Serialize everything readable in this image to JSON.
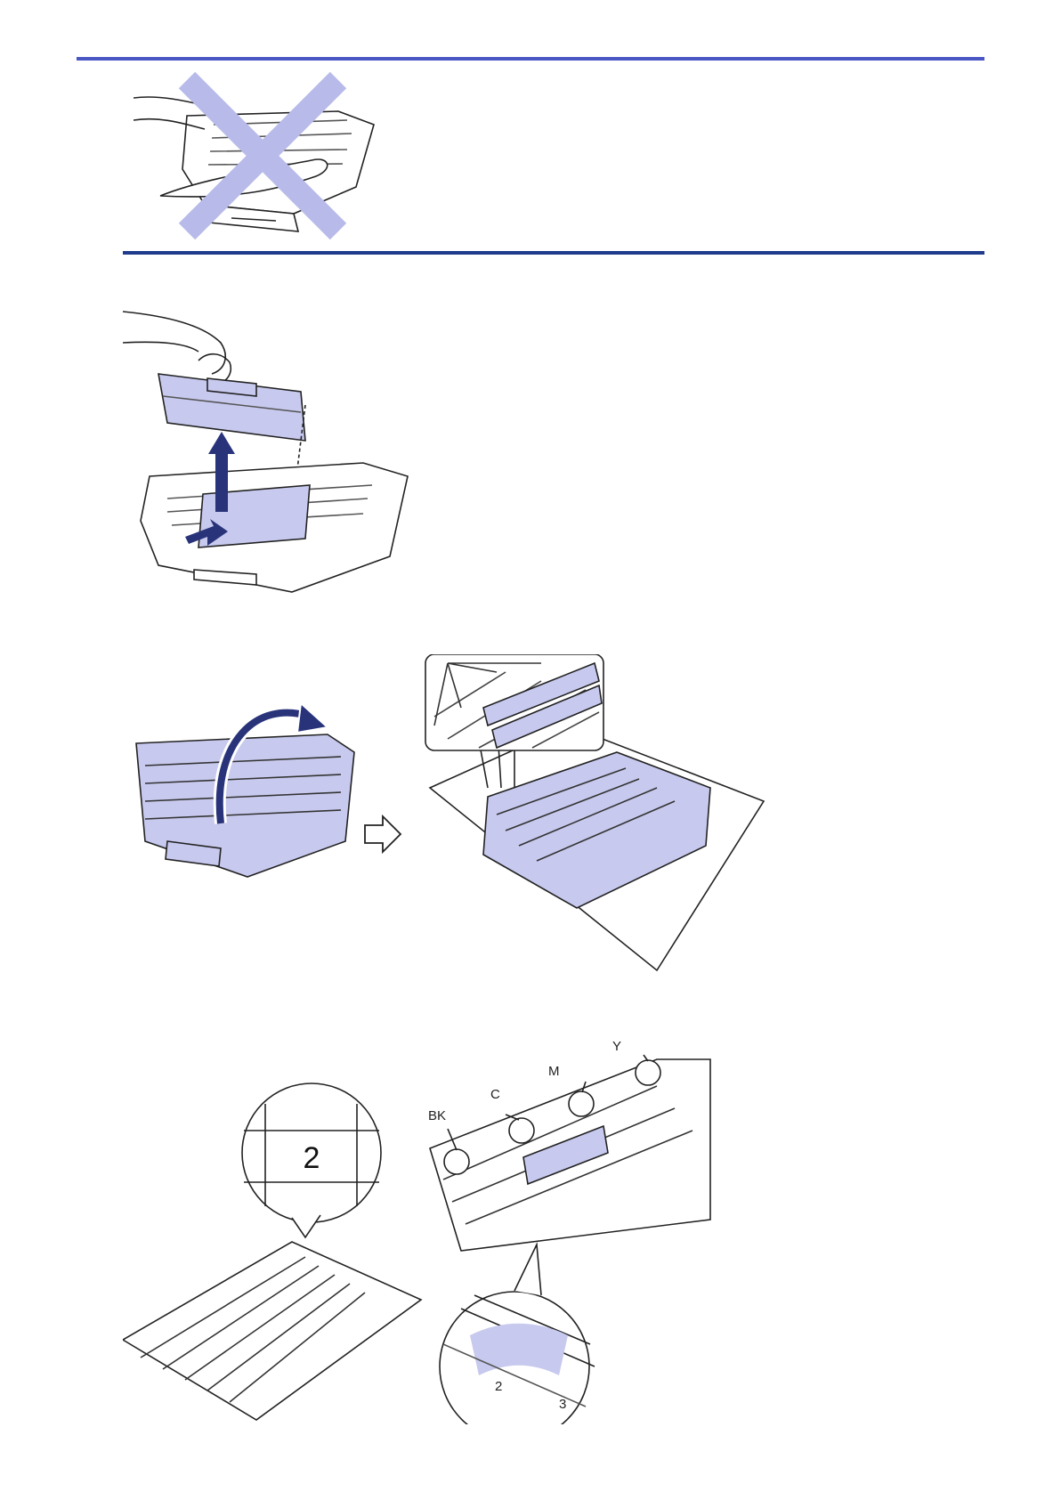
{
  "colors": {
    "rule": "#4a56c4",
    "accent_fill": "#c7c9ee",
    "arrow": "#29337a",
    "cross": "#b8bbea",
    "line": "#222222"
  },
  "icons": [
    "cross-icon",
    "up-arrow-icon",
    "push-arrow-icon",
    "rotate-arrow-icon",
    "hollow-right-arrow-icon"
  ],
  "labels": {
    "bk": "BK",
    "c": "C",
    "m": "M",
    "y": "Y",
    "page_number": "2",
    "small_2": "2",
    "small_3": "3"
  }
}
